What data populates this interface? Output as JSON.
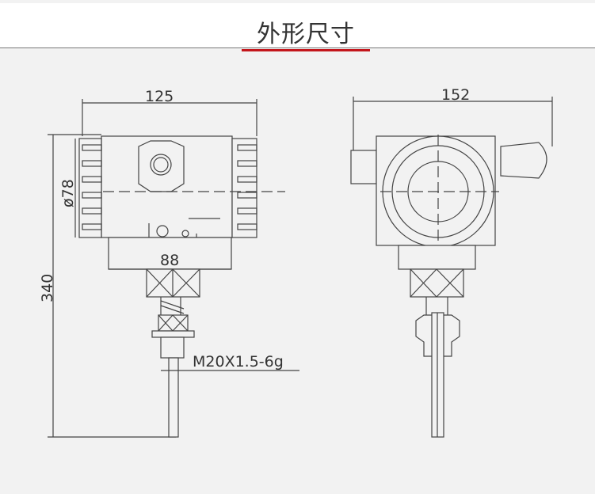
{
  "header": {
    "title": "外形尺寸",
    "accent_color": "#c4161c"
  },
  "drawing": {
    "front_view": {
      "width_dim": "125",
      "diameter_dim": "ø78",
      "height_dim": "340",
      "base_dim": "88",
      "thread_label": "M20X1.5-6g"
    },
    "side_view": {
      "width_dim": "152"
    }
  }
}
